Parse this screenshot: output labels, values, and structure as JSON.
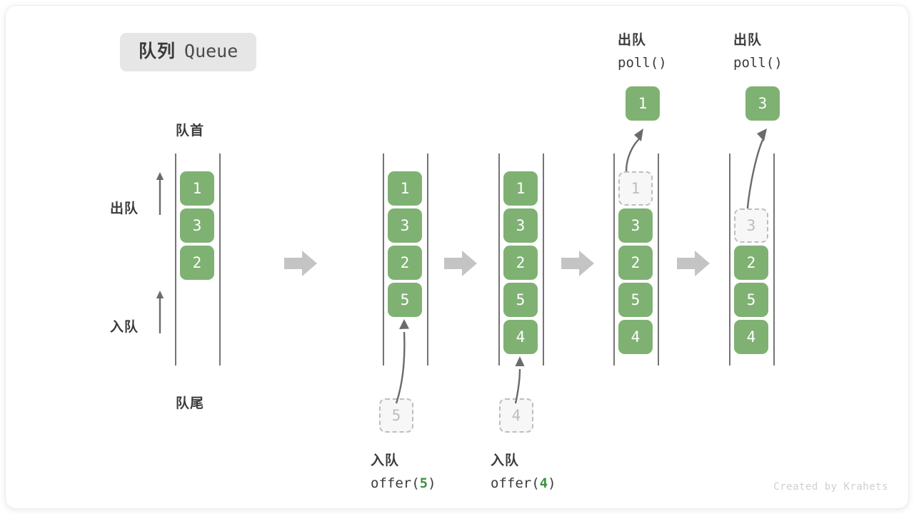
{
  "title": {
    "cn": "队列",
    "en": "Queue"
  },
  "labels": {
    "front": "队首",
    "rear": "队尾",
    "dequeue": "出队",
    "enqueue": "入队"
  },
  "watermark": "Created by Krahets",
  "colors": {
    "cell_green": "#7fb173",
    "ghost_border": "#bdbdbd",
    "ghost_fill": "#f7f7f7",
    "rail": "#5c5c5c",
    "step_arrow": "#c4c4c4",
    "badge_bg": "#e6e6e6",
    "highlight_green": "#3f9142",
    "text_dark": "#3b3b3b",
    "watermark": "#cfcfcf"
  },
  "columns": [
    {
      "id": "initial",
      "caption_cn": "",
      "caption_code": "",
      "cells": [
        "1",
        "3",
        "2"
      ],
      "ghost_index": -1,
      "ghost_value": "",
      "incoming_value": "",
      "popped_value": ""
    },
    {
      "id": "after-offer-5",
      "caption_cn": "入队",
      "caption_code": "offer(5)",
      "caption_arg": "5",
      "cells": [
        "1",
        "3",
        "2",
        "5"
      ],
      "ghost_index": -1,
      "ghost_value": "5",
      "incoming_value": "5",
      "popped_value": ""
    },
    {
      "id": "after-offer-4",
      "caption_cn": "入队",
      "caption_code": "offer(4)",
      "caption_arg": "4",
      "cells": [
        "1",
        "3",
        "2",
        "5",
        "4"
      ],
      "ghost_index": -1,
      "ghost_value": "4",
      "incoming_value": "4",
      "popped_value": ""
    },
    {
      "id": "after-poll-1",
      "caption_cn": "出队",
      "caption_code": "poll()",
      "cells": [
        "1",
        "3",
        "2",
        "5",
        "4"
      ],
      "ghost_index": 0,
      "ghost_value": "1",
      "popped_value": "1"
    },
    {
      "id": "after-poll-3",
      "caption_cn": "出队",
      "caption_code": "poll()",
      "cells": [
        "3",
        "2",
        "5",
        "4"
      ],
      "ghost_index": 0,
      "ghost_value": "3",
      "popped_value": "3"
    }
  ],
  "chart_data": {
    "type": "diagram",
    "title": "队列 Queue",
    "operations": [
      {
        "step": 1,
        "op": "initial",
        "queue": [
          "1",
          "3",
          "2"
        ]
      },
      {
        "step": 2,
        "op": "offer(5)",
        "queue": [
          "1",
          "3",
          "2",
          "5"
        ],
        "added": "5"
      },
      {
        "step": 3,
        "op": "offer(4)",
        "queue": [
          "1",
          "3",
          "2",
          "5",
          "4"
        ],
        "added": "4"
      },
      {
        "step": 4,
        "op": "poll()",
        "queue": [
          "3",
          "2",
          "5",
          "4"
        ],
        "removed": "1"
      },
      {
        "step": 5,
        "op": "poll()",
        "queue": [
          "2",
          "5",
          "4"
        ],
        "removed": "3"
      }
    ]
  }
}
